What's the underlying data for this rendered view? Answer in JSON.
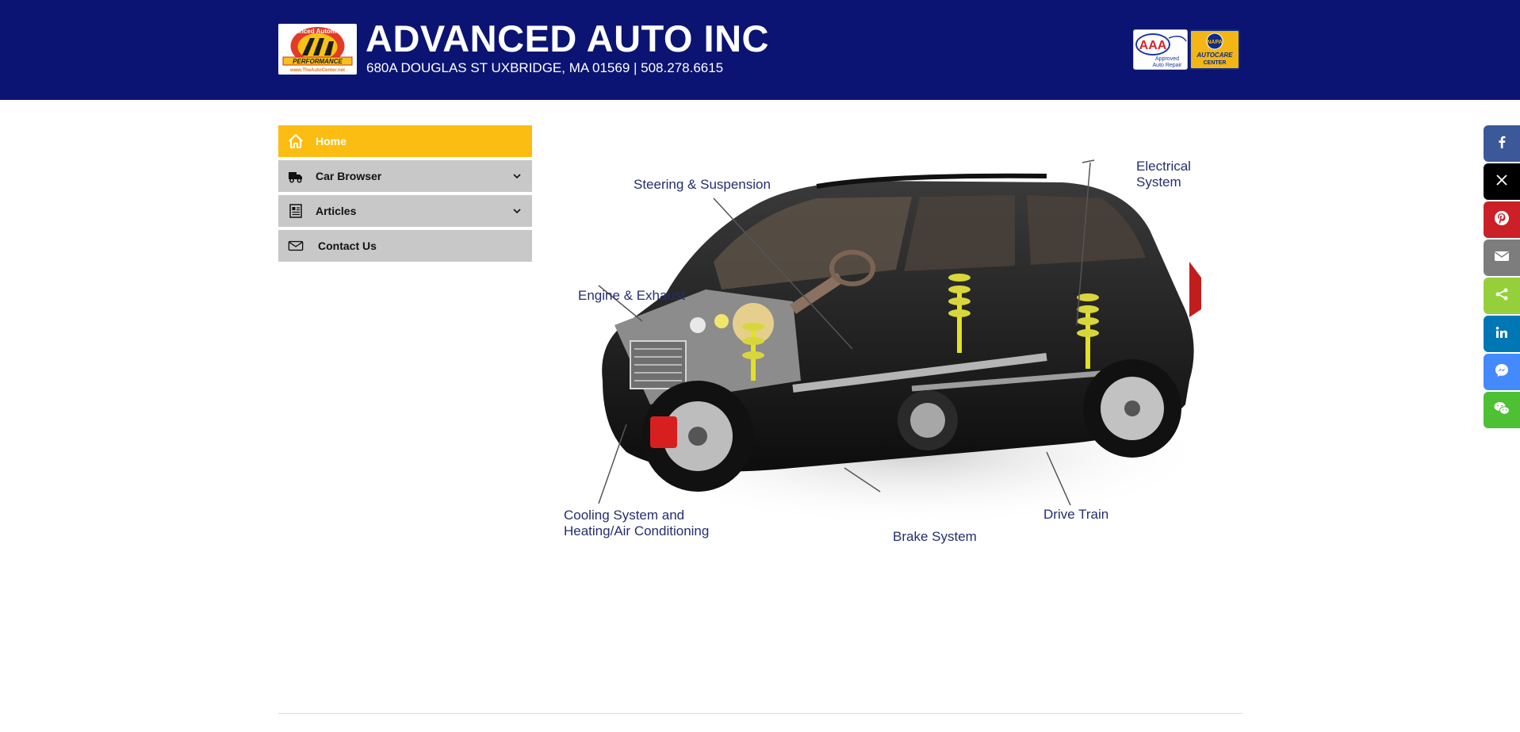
{
  "header": {
    "title": "ADVANCED AUTO INC",
    "address": "680A DOUGLAS ST UXBRIDGE, MA 01569 | 508.278.6615",
    "logo": {
      "arc_top": "Advanced Automotive",
      "banner": "PERFORMANCE",
      "url": "www.TheAutoCenter.net"
    },
    "badges": {
      "aaa": {
        "mark": "AAA",
        "line1": "Approved",
        "line2": "Auto Repair"
      },
      "napa": {
        "mark": "NAPA",
        "line1": "AUTOCARE",
        "line2": "CENTER"
      }
    },
    "colors": {
      "header_bg": "#0b1472",
      "accent": "#fcbd13"
    }
  },
  "menu": {
    "items": [
      {
        "label": "Home",
        "icon": "home-icon",
        "active": true
      },
      {
        "label": "Car Browser",
        "icon": "truck-icon",
        "has_submenu": true
      },
      {
        "label": "Articles",
        "icon": "newspaper-icon",
        "has_submenu": true
      },
      {
        "label": "Contact Us",
        "icon": "envelope-icon"
      }
    ]
  },
  "hero": {
    "labels": {
      "steering": "Steering & Suspension",
      "electrical_1": "Electrical",
      "electrical_2": "System",
      "engine": "Engine & Exhaust",
      "cooling_1": "Cooling System and",
      "cooling_2": "Heating/Air Conditioning",
      "brake": "Brake System",
      "drive": "Drive Train"
    }
  },
  "share": {
    "buttons": [
      {
        "name": "facebook",
        "icon": "facebook-icon",
        "color": "#3b5998"
      },
      {
        "name": "x",
        "icon": "x-icon",
        "color": "#000000"
      },
      {
        "name": "pinterest",
        "icon": "pinterest-icon",
        "color": "#cb2027"
      },
      {
        "name": "email",
        "icon": "email-icon",
        "color": "#7d7d7d"
      },
      {
        "name": "share",
        "icon": "share-icon",
        "color": "#95d03a"
      },
      {
        "name": "linkedin",
        "icon": "linkedin-icon",
        "color": "#0077b5"
      },
      {
        "name": "messenger",
        "icon": "messenger-icon",
        "color": "#448aff"
      },
      {
        "name": "wechat",
        "icon": "wechat-icon",
        "color": "#4ec034"
      }
    ]
  }
}
